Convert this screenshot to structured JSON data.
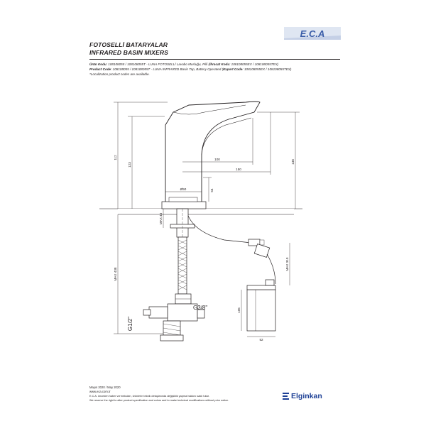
{
  "header": {
    "title_tr": "FOTOSELLİ BATARYALAR",
    "title_en": "INFRARED BASIN MIXERS",
    "logo_text": "E.C.A"
  },
  "info": {
    "line1_label": "Ürün Kodu",
    "line1_text": ": 108108055 / 108108055T - LUNA FOTOSELLİ Lavabo Musluğu, Pilli (",
    "line1_export_label": "İhracat Kodu",
    "line1_export_text": ": 108108055EX / 108108055TEX)",
    "line2_label": "Product Code",
    "line2_text": ": 108108055 / 108108055T - LUNA INFRARED Basin Tap, Battery Operated (",
    "line2_export_label": "Export Code",
    "line2_export_text": ": 108108055EX / 108108055TEX)",
    "line3": "*Localization product codes are available."
  },
  "dimensions": {
    "d112": "112",
    "d123": "123",
    "d138": "138",
    "d100": "100",
    "d150": "150",
    "d50": "Ø50",
    "d54": "54",
    "max43": "MAX 43",
    "max438": "MAX 438",
    "max310": "MAX 310",
    "g38": "G3/8\"",
    "g12": "G1/2\"",
    "d105": "105",
    "d52": "52"
  },
  "footer": {
    "date": "Mayıs 2020 / May 2020",
    "website": "www.eca.com.tr",
    "disclaimer_tr": "E.C.A. önceden haber vermeksizin, ürünlerin teknik detaylarında değişiklik yapma hakkını saklı tutar.",
    "disclaimer_en": "We reserve the right to alter product specification and colors and to make technical modifications without prior notice.",
    "brand": "Elginkan"
  },
  "colors": {
    "ink": "#231f20",
    "brand_blue": "#1c3f95",
    "logo_blue": "#3a5da8"
  }
}
